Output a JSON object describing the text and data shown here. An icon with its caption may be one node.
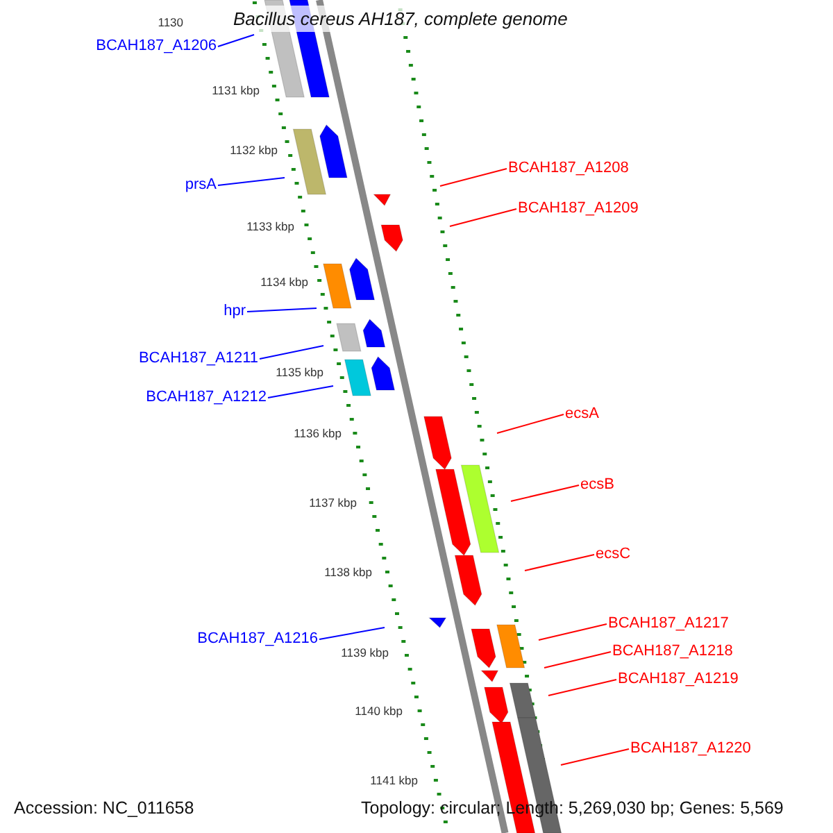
{
  "diagram": {
    "title": "Bacillus cereus AH187, complete genome",
    "nodes": [
      {
        "text": [
          "BCAH187_A1206"
        ]
      },
      {
        "text": [
          "BCAH187_A1208"
        ]
      },
      {
        "text": [
          "prsA"
        ]
      },
      {
        "text": [
          "BCAH187_A1209"
        ]
      },
      {
        "text": [
          "hpr"
        ]
      },
      {
        "text": [
          "BCAH187_A1211"
        ]
      },
      {
        "text": [
          "BCAH187_A1212"
        ]
      },
      {
        "text": [
          "ecsA"
        ]
      },
      {
        "text": [
          "ecsB"
        ]
      },
      {
        "text": [
          "ecsC"
        ]
      },
      {
        "text": [
          "BCAH187_A1217"
        ]
      },
      {
        "text": [
          "BCAH187_A1216"
        ]
      },
      {
        "text": [
          "BCAH187_A1218"
        ]
      },
      {
        "text": [
          "BCAH187_A1219"
        ]
      },
      {
        "text": [
          "BCAH187_A1220"
        ]
      }
    ],
    "edges": [
      {
        "from": 0,
        "to": null,
        "arrow": "none",
        "color": "#0000ff"
      },
      {
        "from": 1,
        "to": null,
        "arrow": "none"
      },
      {
        "from": 2,
        "to": null,
        "arrow": "none",
        "color": "#0000ff"
      },
      {
        "from": 3,
        "to": null,
        "arrow": "none"
      },
      {
        "from": 4,
        "to": null,
        "arrow": "none",
        "color": "#0000ff"
      },
      {
        "from": 5,
        "to": null,
        "arrow": "none",
        "color": "#0000ff"
      },
      {
        "from": 6,
        "to": null,
        "arrow": "none",
        "color": "#0000ff"
      },
      {
        "from": 7,
        "to": null,
        "arrow": "none"
      },
      {
        "from": 8,
        "to": null,
        "arrow": "none"
      },
      {
        "from": 9,
        "to": null,
        "arrow": "none"
      },
      {
        "from": 10,
        "to": null,
        "arrow": "none"
      },
      {
        "from": 11,
        "to": null,
        "arrow": "none",
        "color": "#0000ff"
      },
      {
        "from": 12,
        "to": null,
        "arrow": "none"
      },
      {
        "from": 13,
        "to": null,
        "arrow": "none"
      },
      {
        "from": 14,
        "to": null,
        "arrow": "none"
      }
    ],
    "labels": [
      "1130",
      "1131 kbp",
      "1132 kbp",
      "1133 kbp",
      "1134 kbp",
      "1135 kbp",
      "1136 kbp",
      "1137 kbp",
      "1138 kbp",
      "1139 kbp",
      "1140 kbp",
      "1141 kbp",
      "Accession: NC_011658",
      "Topology: circular; Length: 5,269,030 bp; Genes: 5,569"
    ]
  }
}
